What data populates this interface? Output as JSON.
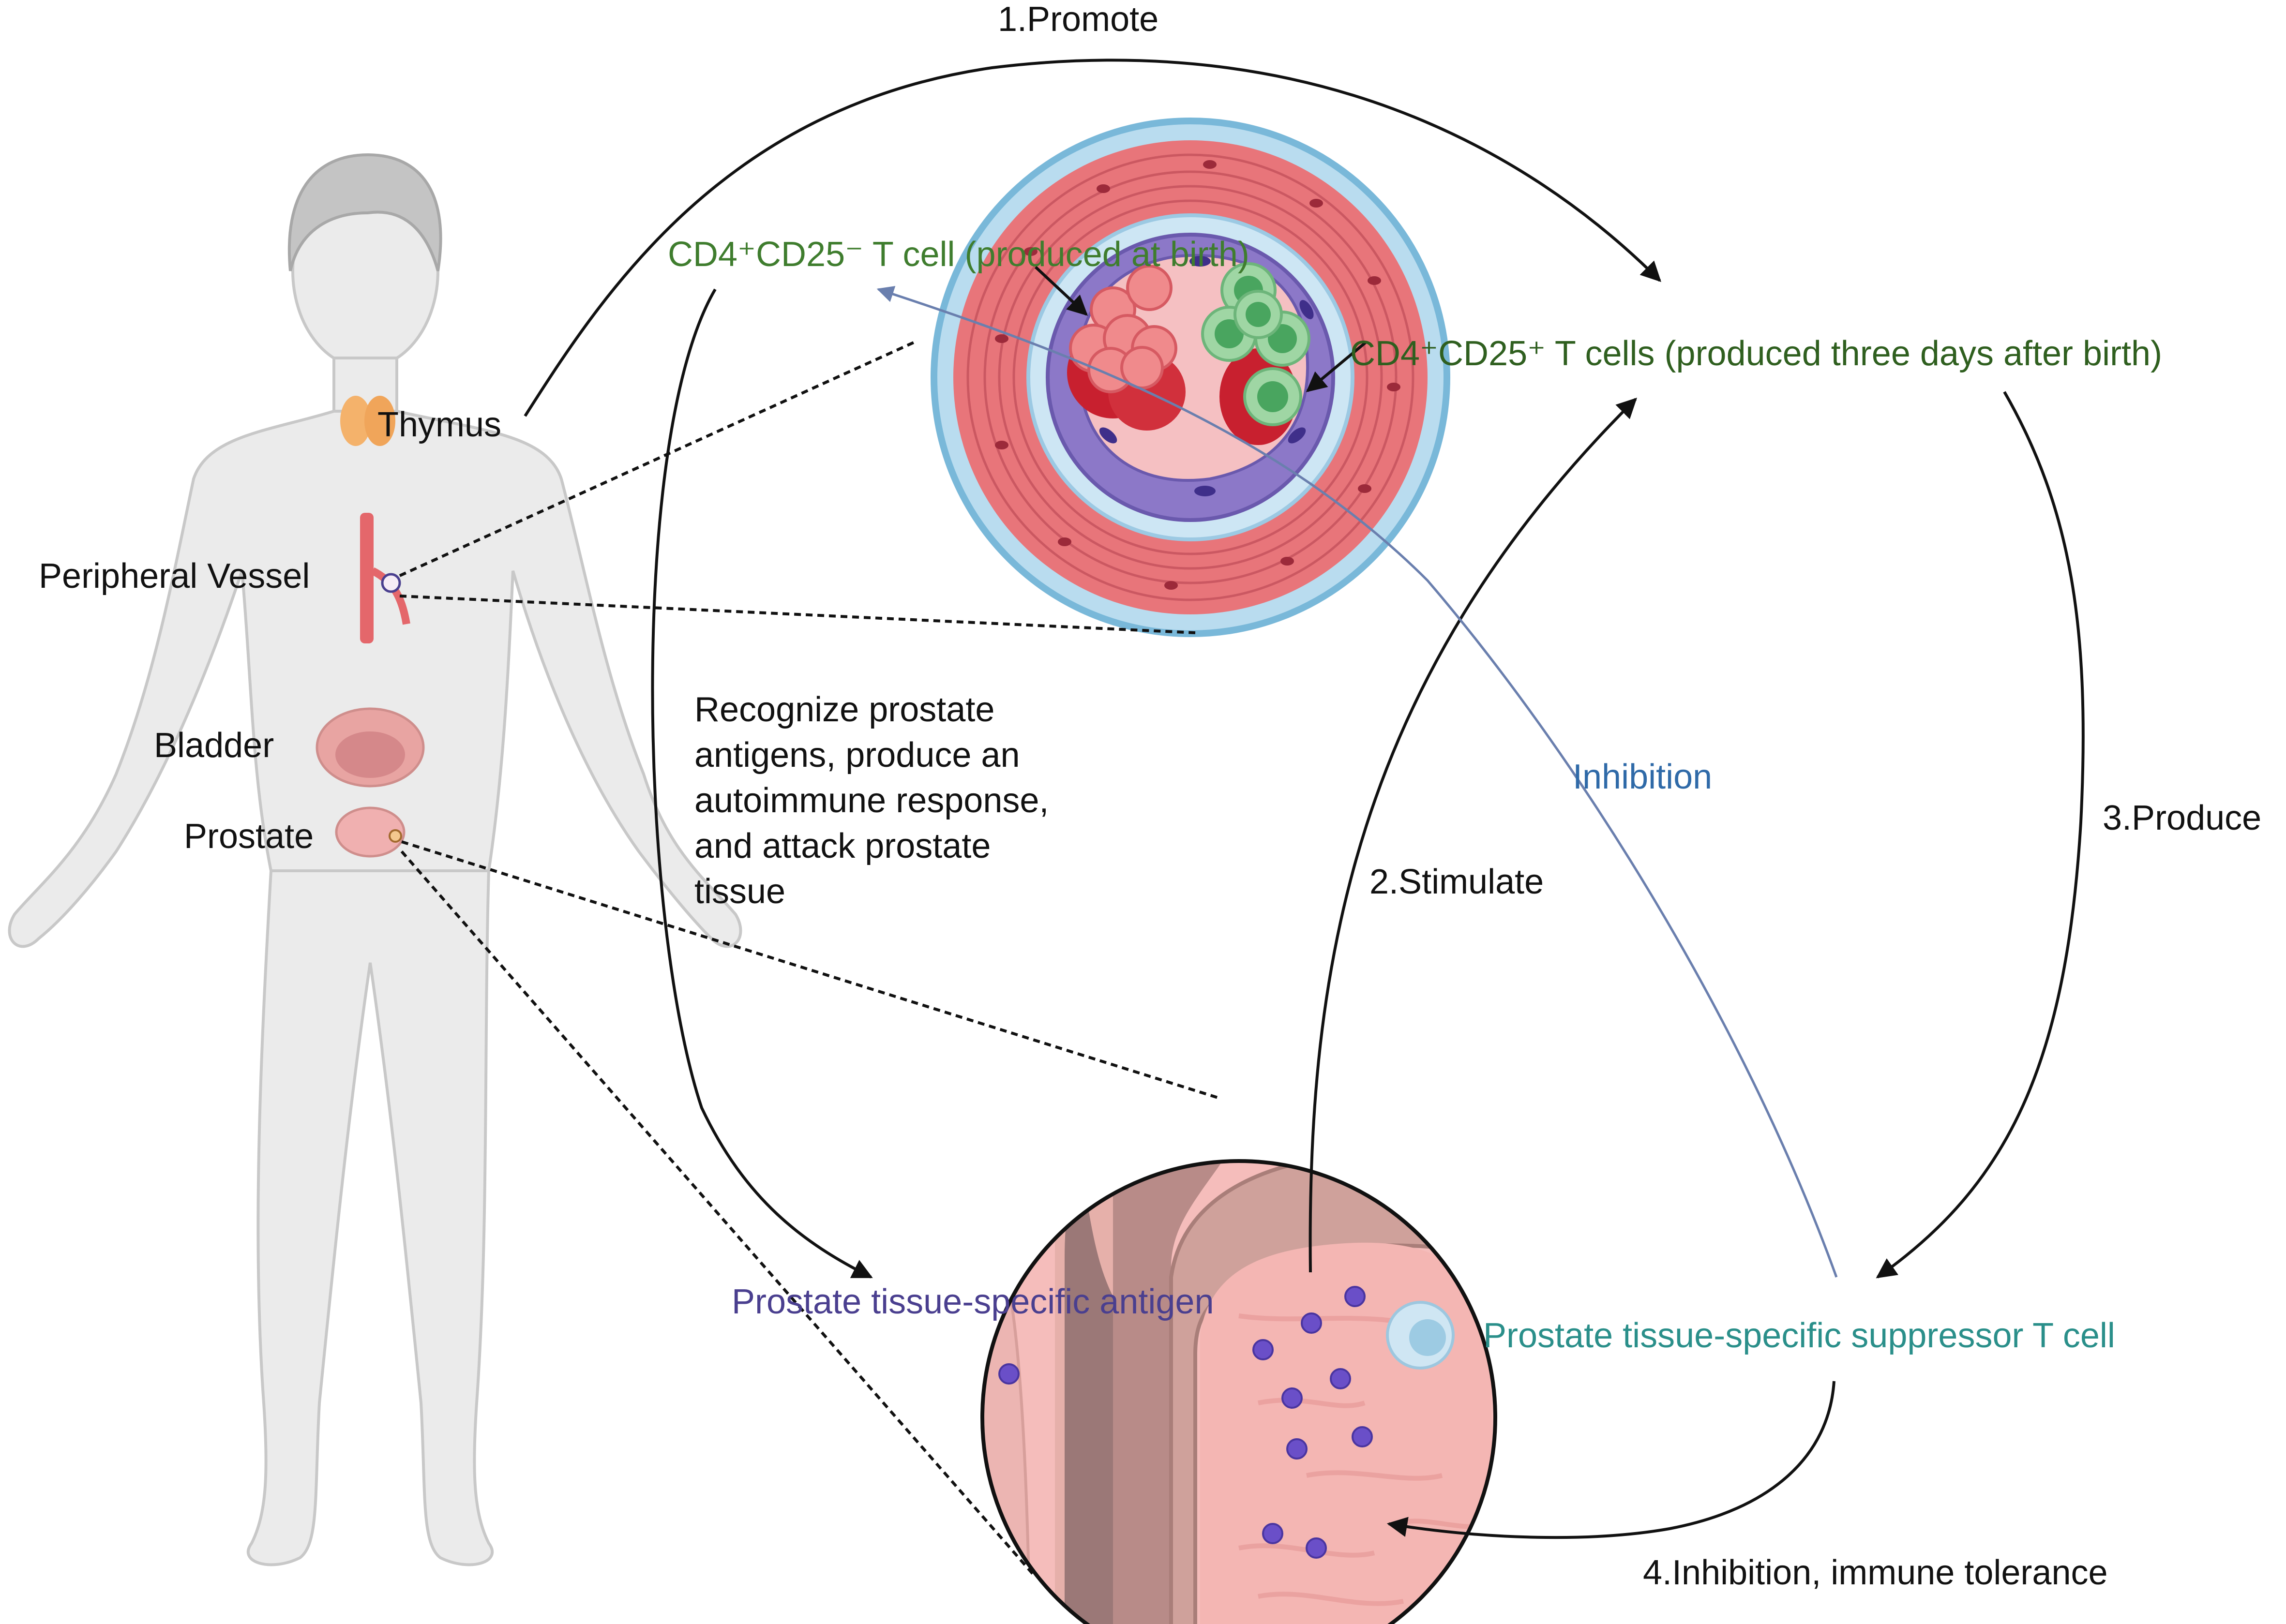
{
  "labels": {
    "promote": "1.Promote",
    "stimulate": "2.Stimulate",
    "produce": "3.Produce",
    "inhibition_tolerance": "4.Inhibition, immune tolerance",
    "inhibition": "Inhibition",
    "thymus": "Thymus",
    "peripheral_vessel": "Peripheral Vessel",
    "bladder": "Bladder",
    "prostate": "Prostate",
    "cd25neg": "CD4⁺CD25⁻ T cell (produced at birth)",
    "cd25pos": "CD4⁺CD25⁺ T cells (produced three days after birth)",
    "recognize": "Recognize prostate antigens, produce an autoimmune response, and attack prostate tissue",
    "antigen": "Prostate tissue-specific antigen",
    "suppressor": "Prostate tissue-specific suppressor T cell"
  },
  "colors": {
    "cd25neg_text": "#3f7d2e",
    "cd25pos_text": "#2f5f1f",
    "suppressor_text": "#2a8f8a",
    "antigen_text": "#4a3f8f",
    "inhibition_line": "#6a7fae",
    "inhibition_text": "#2f6aa8"
  }
}
